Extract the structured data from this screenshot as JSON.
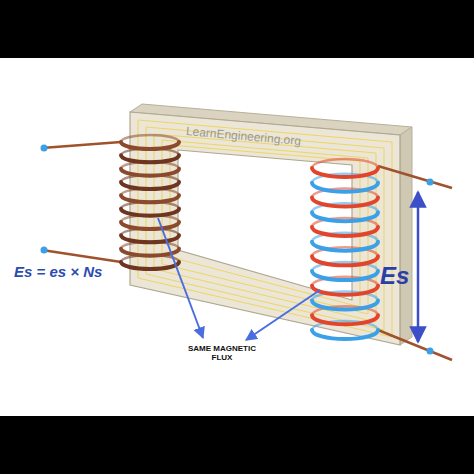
{
  "diagram": {
    "labels": [
      "Es = es × Ns",
      "SAME MAGNETIC FLUX",
      "Es",
      "LearnEngineering.org"
    ]
  }
}
